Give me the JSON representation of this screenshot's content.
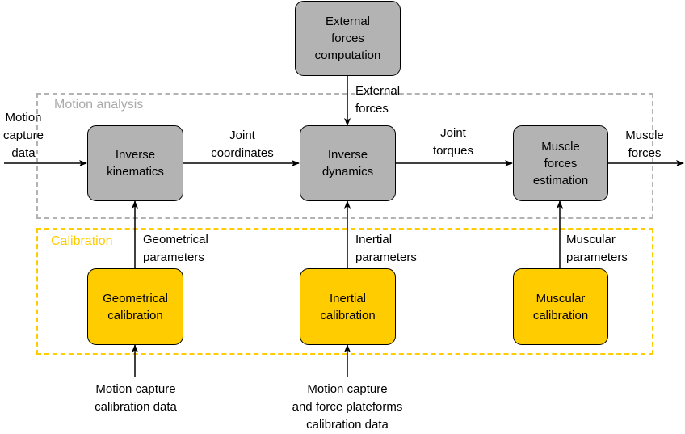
{
  "regions": {
    "motion_analysis": "Motion analysis",
    "calibration": "Calibration"
  },
  "boxes": {
    "external_forces_computation": "External\nforces\ncomputation",
    "inverse_kinematics": "Inverse\nkinematics",
    "inverse_dynamics": "Inverse\ndynamics",
    "muscle_forces_estimation": "Muscle\nforces\nestimation",
    "geometrical_calibration": "Geometrical\ncalibration",
    "inertial_calibration": "Inertial\ncalibration",
    "muscular_calibration": "Muscular\ncalibration"
  },
  "labels": {
    "motion_capture_data": "Motion\ncapture\ndata",
    "joint_coordinates": "Joint\ncoordinates",
    "external_forces": "External\nforces",
    "joint_torques": "Joint\ntorques",
    "muscle_forces": "Muscle\nforces",
    "geometrical_parameters": "Geometrical\nparameters",
    "inertial_parameters": "Inertial\nparameters",
    "muscular_parameters": "Muscular\nparameters",
    "motion_capture_calibration_data": "Motion capture\ncalibration data",
    "motion_capture_force_plateforms_calibration_data": "Motion capture\nand force plateforms\ncalibration data"
  },
  "colors": {
    "process_box": "#b3b3b3",
    "calibration_box": "#ffcc00",
    "motion_analysis_border": "#b3b3b3",
    "calibration_border": "#ffcc00",
    "motion_analysis_label": "#aaaaaa",
    "calibration_label": "#ffcc00"
  }
}
